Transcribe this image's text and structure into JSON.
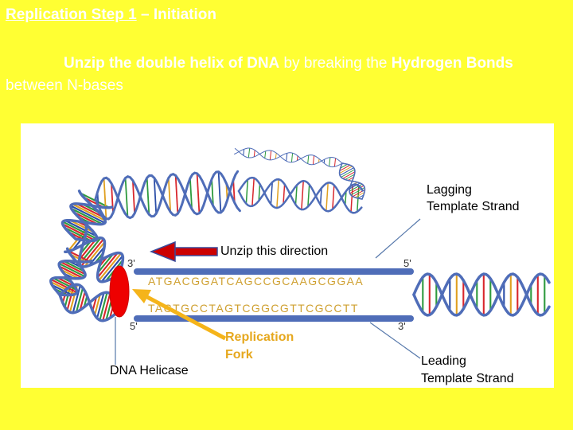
{
  "slide": {
    "title_main": "Replication Step 1",
    "title_rest": " – Initiation",
    "subtitle_parts": [
      {
        "text": "Unzip the double helix of DNA",
        "bold": true
      },
      {
        "text": " by breaking the ",
        "bold": false
      },
      {
        "text": "Hydrogen Bonds",
        "bold": true
      },
      {
        "text": " between N-bases",
        "bold": false
      }
    ]
  },
  "diagram": {
    "lagging_label": [
      "Lagging",
      "Template Strand"
    ],
    "unzip_label": "Unzip this direction",
    "fork_label": [
      "Replication",
      "Fork"
    ],
    "helicase_label": "DNA Helicase",
    "leading_label": [
      "Leading",
      "Template Strand"
    ],
    "top_strand": {
      "end_left": "3'",
      "end_right": "5'",
      "sequence": "ATGACGGATCAGCCGCAAGCGGAA"
    },
    "bottom_strand": {
      "end_left": "5'",
      "end_right": "3'",
      "sequence": "TACTGCCTAGTCGGCGTTCGCCTT"
    }
  },
  "colors": {
    "background": "#ffff33",
    "helicase": "#ee0000",
    "arrow": "#cc0000",
    "fork_arrow": "#f5b41a",
    "strand": "#4f6db8",
    "label": "#e6a81e"
  }
}
